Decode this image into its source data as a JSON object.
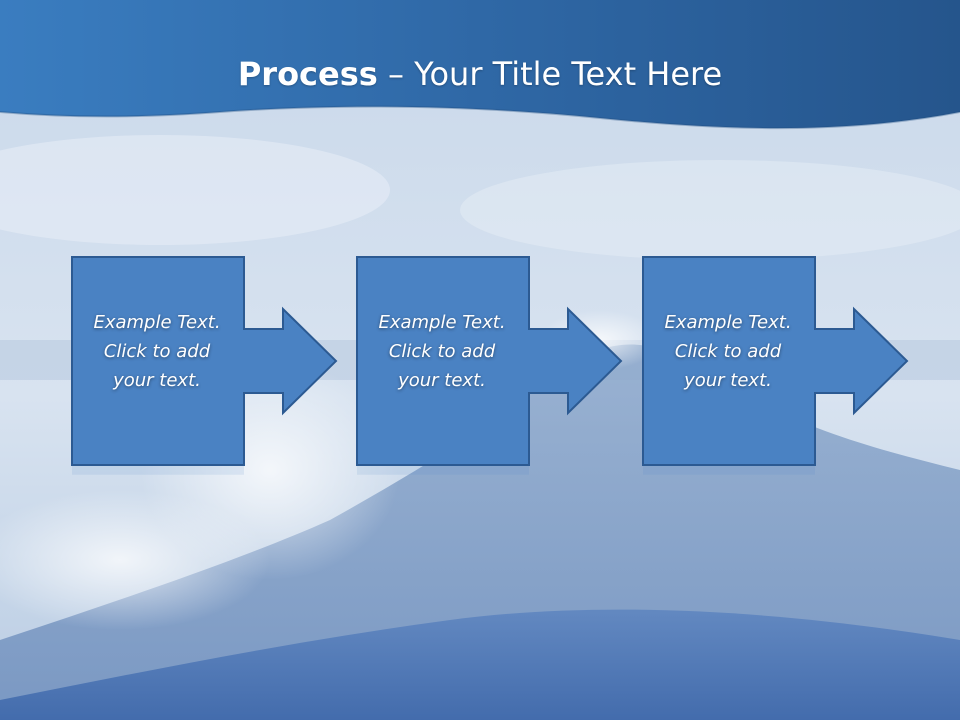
{
  "slide": {
    "title_bold": "Process",
    "title_rest": " – Your Title Text Here"
  },
  "steps": [
    {
      "text": "Example Text.\nClick  to add\nyour text."
    },
    {
      "text": "Example Text.\nClick  to add\nyour text."
    },
    {
      "text": "Example Text.\nClick  to add\nyour text."
    }
  ],
  "colors": {
    "header_blue": "#2f6aa8",
    "box_fill": "#4a82c3",
    "box_border": "#2c5a92",
    "background_light": "#d6e2f0"
  }
}
